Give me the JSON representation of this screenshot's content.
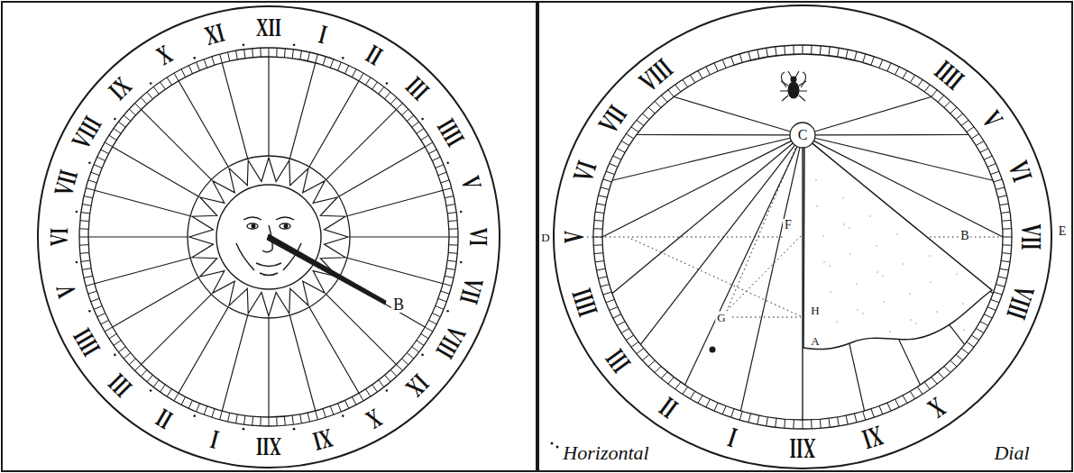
{
  "diagram": {
    "labels": [
      "XII",
      "I",
      "II",
      "III",
      "IIII",
      "V",
      "VI",
      "VII",
      "VIII",
      "IX",
      "X",
      "XI",
      "XII",
      "I",
      "II",
      "III",
      "IIII",
      "V",
      "VI",
      "VII",
      "VIII",
      "IX",
      "X",
      "XI",
      "B",
      "VIII",
      "VII",
      "VI",
      "V",
      "IIII",
      "III",
      "II",
      "I",
      "XII",
      "XI",
      "X",
      "IIII",
      "V",
      "VI",
      "VII",
      "VIII",
      "C",
      "D",
      "F",
      "B",
      "E",
      "G",
      "H",
      "A",
      "Horizontal",
      "Dial"
    ]
  }
}
